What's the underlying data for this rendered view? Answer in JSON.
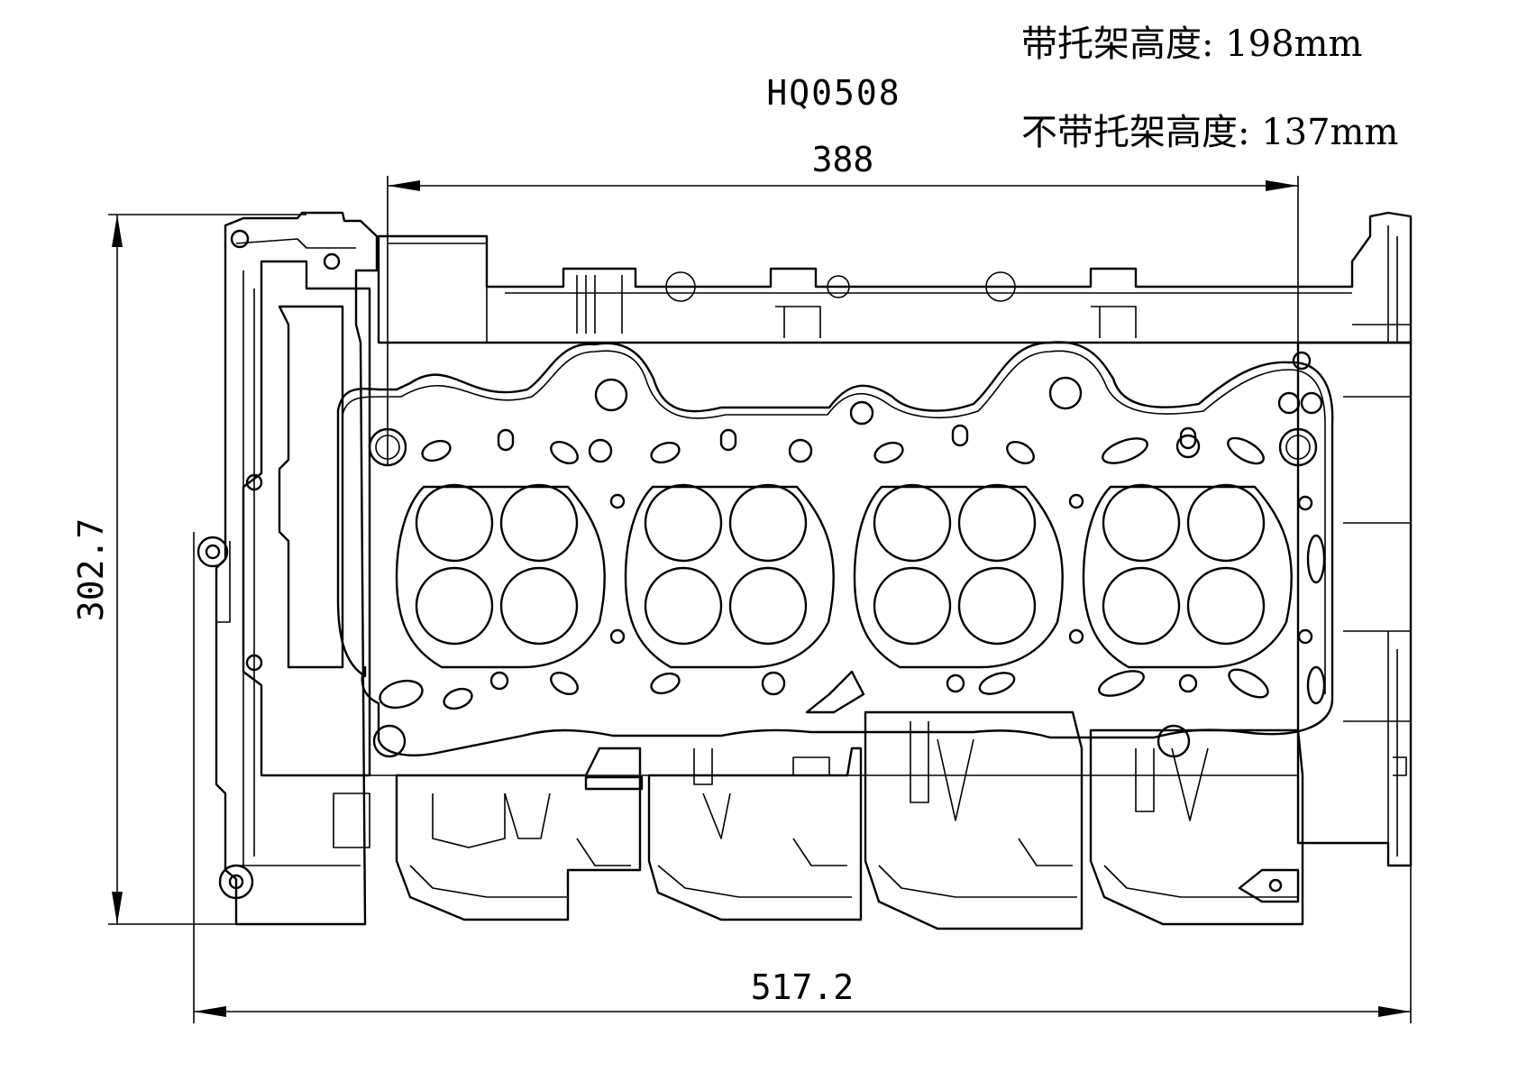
{
  "drawing": {
    "part_number": "HQ0508",
    "spec_height_with_bracket": "带托架高度: 198mm",
    "spec_height_without_bracket": "不带托架高度: 137mm",
    "dim_top": "388",
    "dim_bottom": "517.2",
    "dim_side": "302.7"
  }
}
